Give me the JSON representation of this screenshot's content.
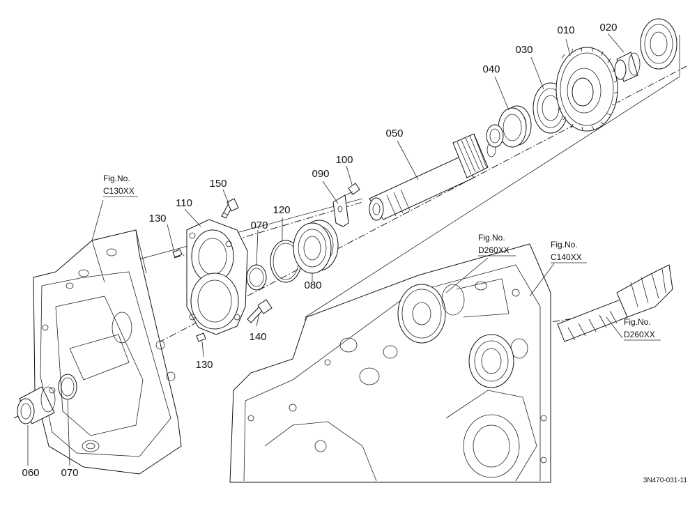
{
  "callouts": {
    "p010": "010",
    "p020": "020",
    "p030": "030",
    "p040": "040",
    "p050": "050",
    "p060": "060",
    "p070a": "070",
    "p070b": "070",
    "p080": "080",
    "p090": "090",
    "p100": "100",
    "p110": "110",
    "p120": "120",
    "p130a": "130",
    "p130b": "130",
    "p140": "140",
    "p150": "150"
  },
  "figure_refs": {
    "c130": {
      "label": "Fig.No.",
      "code": "C130XX"
    },
    "d260a": {
      "label": "Fig.No.",
      "code": "D260XX"
    },
    "c140": {
      "label": "Fig.No.",
      "code": "C140XX"
    },
    "d260b": {
      "label": "Fig.No.",
      "code": "D260XX"
    }
  },
  "document_code": "3N470-031-11"
}
